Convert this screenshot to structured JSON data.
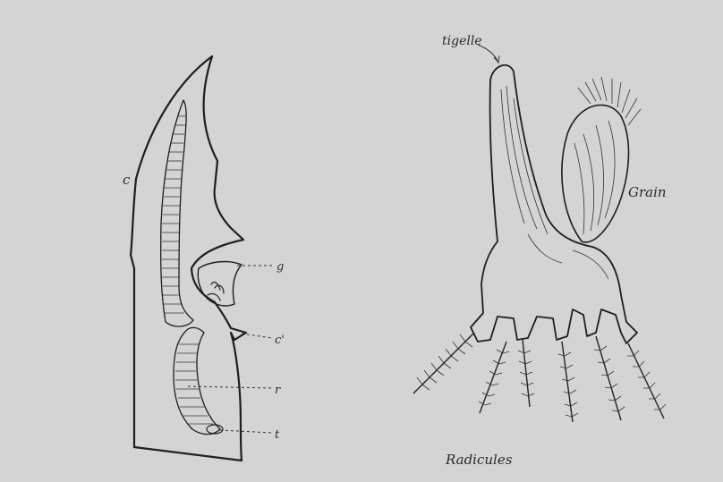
{
  "figure": {
    "left_panel": {
      "labels": {
        "c": "c",
        "g": "g",
        "c_prime": "c'",
        "r": "r",
        "t": "t"
      }
    },
    "right_panel": {
      "labels": {
        "tigelle": "tigelle",
        "grain": "Grain",
        "radicules": "Radicules"
      }
    },
    "colors": {
      "background": "#d4d4d4",
      "ink": "#1e1e1e"
    }
  }
}
